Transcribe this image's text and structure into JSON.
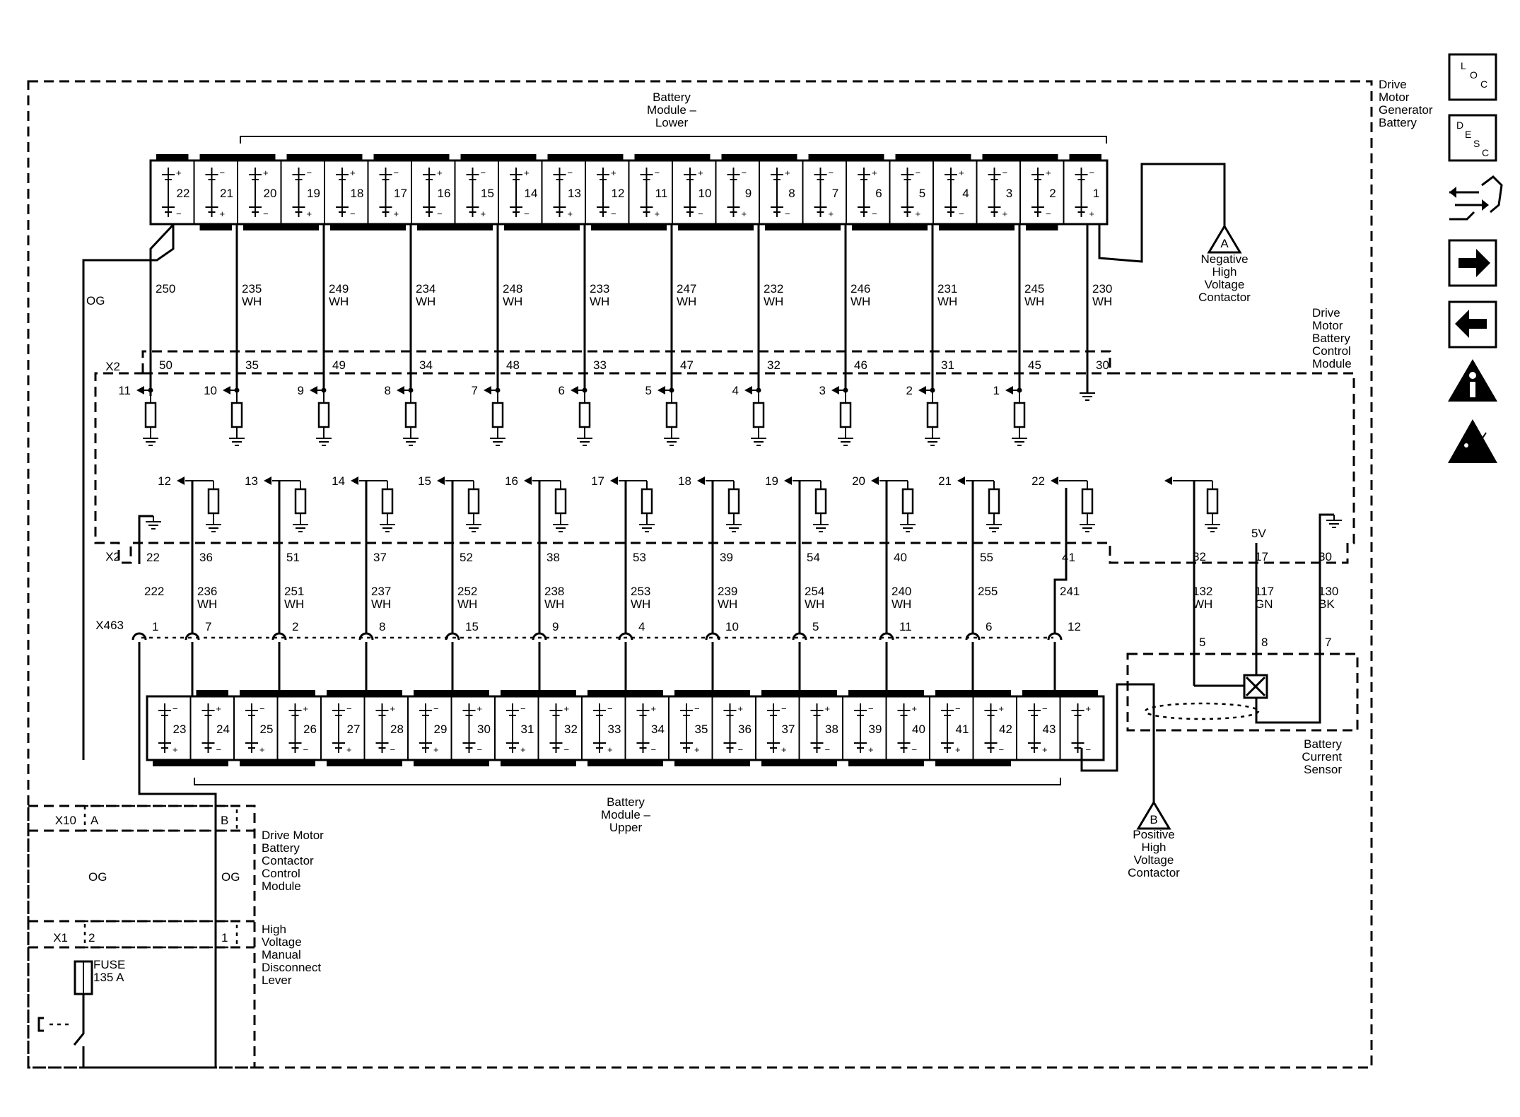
{
  "frames": {
    "dmg_battery": "Drive\nMotor\nGenerator\nBattery",
    "bcm": "Drive\nMotor\nBattery\nControl\nModule",
    "contactor_cm": "Drive Motor\nBattery\nContactor\nControl\nModule",
    "hvmd": "High\nVoltage\nManual\nDisconnect\nLever",
    "current_sensor": "Battery\nCurrent\nSensor"
  },
  "modules": {
    "lower": {
      "label": "Battery\nModule –\nLower",
      "cells": [
        "22",
        "21",
        "20",
        "19",
        "18",
        "17",
        "16",
        "15",
        "14",
        "13",
        "12",
        "11",
        "10",
        "9",
        "8",
        "7",
        "6",
        "5",
        "4",
        "3",
        "2",
        "1"
      ]
    },
    "upper": {
      "label": "Battery\nModule –\nUpper",
      "cells": [
        "23",
        "24",
        "25",
        "26",
        "27",
        "28",
        "29",
        "30",
        "31",
        "32",
        "33",
        "34",
        "35",
        "36",
        "37",
        "38",
        "39",
        "40",
        "41",
        "42",
        "43",
        ""
      ]
    }
  },
  "refs": {
    "A": {
      "letter": "A",
      "label": "Negative\nHigh\nVoltage\nContactor"
    },
    "B": {
      "letter": "B",
      "label": "Positive\nHigh\nVoltage\nContactor"
    }
  },
  "connectors": {
    "x2": "X2",
    "x463": "X463",
    "x10": "X10",
    "x1": "X1"
  },
  "top_wires": [
    {
      "circuit": "250",
      "color": "",
      "pin": "50",
      "ch": "11"
    },
    {
      "circuit": "235",
      "color": "WH",
      "pin": "35",
      "ch": "10"
    },
    {
      "circuit": "249",
      "color": "WH",
      "pin": "49",
      "ch": "9"
    },
    {
      "circuit": "234",
      "color": "WH",
      "pin": "34",
      "ch": "8"
    },
    {
      "circuit": "248",
      "color": "WH",
      "pin": "48",
      "ch": "7"
    },
    {
      "circuit": "233",
      "color": "WH",
      "pin": "33",
      "ch": "6"
    },
    {
      "circuit": "247",
      "color": "WH",
      "pin": "47",
      "ch": "5"
    },
    {
      "circuit": "232",
      "color": "WH",
      "pin": "32",
      "ch": "4"
    },
    {
      "circuit": "246",
      "color": "WH",
      "pin": "46",
      "ch": "3"
    },
    {
      "circuit": "231",
      "color": "WH",
      "pin": "31",
      "ch": "2"
    },
    {
      "circuit": "245",
      "color": "WH",
      "pin": "45",
      "ch": "1"
    },
    {
      "circuit": "230",
      "color": "WH",
      "pin": "30",
      "ch": ""
    }
  ],
  "bottom_wires": [
    {
      "pin": "22",
      "circuit": "222",
      "color": "",
      "x463": "1",
      "ch": ""
    },
    {
      "pin": "36",
      "circuit": "236",
      "color": "WH",
      "x463": "7",
      "ch": "12"
    },
    {
      "pin": "51",
      "circuit": "251",
      "color": "WH",
      "x463": "2",
      "ch": "13"
    },
    {
      "pin": "37",
      "circuit": "237",
      "color": "WH",
      "x463": "8",
      "ch": "14"
    },
    {
      "pin": "52",
      "circuit": "252",
      "color": "WH",
      "x463": "15",
      "ch": "15"
    },
    {
      "pin": "38",
      "circuit": "238",
      "color": "WH",
      "x463": "9",
      "ch": "16"
    },
    {
      "pin": "53",
      "circuit": "253",
      "color": "WH",
      "x463": "4",
      "ch": "17"
    },
    {
      "pin": "39",
      "circuit": "239",
      "color": "WH",
      "x463": "10",
      "ch": "18"
    },
    {
      "pin": "54",
      "circuit": "254",
      "color": "WH",
      "x463": "5",
      "ch": "19"
    },
    {
      "pin": "40",
      "circuit": "240",
      "color": "WH",
      "x463": "11",
      "ch": "20"
    },
    {
      "pin": "55",
      "circuit": "255",
      "color": "",
      "x463": "6",
      "ch": "21"
    },
    {
      "pin": "41",
      "circuit": "241",
      "color": "",
      "x463": "12",
      "ch": "22"
    }
  ],
  "sensor_wires": [
    {
      "pin": "32",
      "circuit": "132",
      "color": "WH",
      "sensor_pin": "5"
    },
    {
      "pin": "17",
      "circuit": "117",
      "color": "GN",
      "sensor_pin": "8"
    },
    {
      "pin": "30",
      "circuit": "130",
      "color": "BK",
      "sensor_pin": "7"
    }
  ],
  "supply_5v": "5V",
  "og": "OG",
  "x10_pins": [
    "A",
    "B"
  ],
  "x1_pins": [
    "2",
    "1"
  ],
  "fuse": "FUSE\n135 A",
  "toolbar": [
    {
      "name": "loc-button",
      "letters": [
        "L",
        "O",
        "C"
      ]
    },
    {
      "name": "desc-button",
      "letters": [
        "D",
        "E",
        "S",
        "C"
      ]
    },
    {
      "name": "connector-icon"
    },
    {
      "name": "next-arrow-button"
    },
    {
      "name": "back-arrow-button"
    },
    {
      "name": "info-icon"
    },
    {
      "name": "high-voltage-warning-icon"
    }
  ]
}
